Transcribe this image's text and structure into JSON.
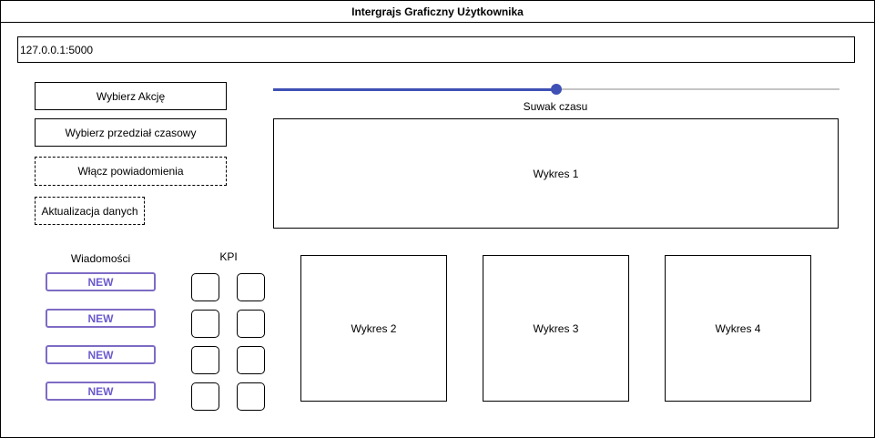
{
  "window": {
    "title": "Intergrajs Graficzny Użytkownika"
  },
  "address_bar": {
    "value": "127.0.0.1:5000"
  },
  "controls": {
    "select_action": "Wybierz Akcję",
    "select_time_range": "Wybierz przedział czasowy",
    "enable_notifications": "Włącz powiadomienia",
    "data_update": "Aktualizacja danych"
  },
  "time_slider": {
    "label": "Suwak czasu",
    "value_fraction": 0.5,
    "accent_color": "#3f51b5"
  },
  "charts": {
    "chart1": "Wykres 1",
    "chart2": "Wykres 2",
    "chart3": "Wykres 3",
    "chart4": "Wykres 4"
  },
  "messages": {
    "heading": "Wiadomości",
    "items": [
      "NEW",
      "NEW",
      "NEW",
      "NEW"
    ],
    "badge_color": "#7e6bc4"
  },
  "kpi": {
    "heading": "KPI",
    "tile_count": 8
  }
}
